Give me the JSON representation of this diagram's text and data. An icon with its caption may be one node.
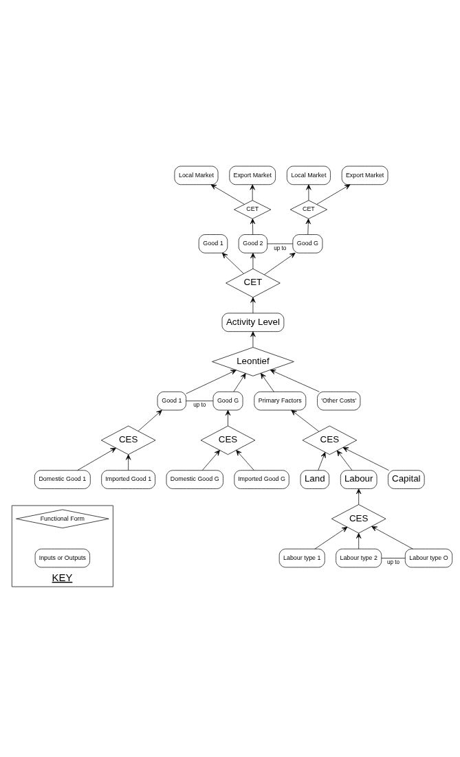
{
  "diagram": {
    "nodes": [
      {
        "text": [
          "Local Market"
        ]
      },
      {
        "text": [
          "Export Market"
        ]
      },
      {
        "text": [
          "CET"
        ]
      },
      {
        "text": [
          "Good 1"
        ]
      },
      {
        "text": [
          "Good 2"
        ]
      },
      {
        "text": [
          "Local Market"
        ]
      },
      {
        "text": [
          "Export Market"
        ]
      },
      {
        "text": [
          "CET"
        ]
      },
      {
        "text": [
          "Good G"
        ]
      },
      {
        "text": [
          "CET"
        ]
      },
      {
        "text": [
          "Activity Level"
        ]
      },
      {
        "text": [
          "Leontief"
        ]
      },
      {
        "text": [
          "Good 1"
        ]
      },
      {
        "text": [
          "Good G"
        ]
      },
      {
        "text": [
          "Primary Factors"
        ]
      },
      {
        "text": [
          "'Other Costs'"
        ]
      },
      {
        "text": [
          "CES"
        ]
      },
      {
        "text": [
          "CES"
        ]
      },
      {
        "text": [
          "CES"
        ]
      },
      {
        "text": [
          "Domestic Good 1"
        ]
      },
      {
        "text": [
          "Imported Good 1"
        ]
      },
      {
        "text": [
          "Domestic Good G"
        ]
      },
      {
        "text": [
          "Imported Good G"
        ]
      },
      {
        "text": [
          "Land"
        ]
      },
      {
        "text": [
          "Labour"
        ]
      },
      {
        "text": [
          "Capital"
        ]
      },
      {
        "text": [
          "CES"
        ]
      },
      {
        "text": [
          "Labour type 1"
        ]
      },
      {
        "text": [
          "Labour type 2"
        ]
      },
      {
        "text": [
          "Labour type O"
        ]
      },
      {
        "text": [
          "KEY"
        ]
      },
      {
        "text": [
          "Functional Form"
        ],
        "in": 30
      },
      {
        "text": [
          "Inputs or Outputs"
        ],
        "in": 30
      }
    ],
    "edges": [
      {
        "from": 2,
        "to": 0,
        "arrow": "to"
      },
      {
        "from": 2,
        "to": 1,
        "arrow": "to"
      },
      {
        "from": 4,
        "to": 2,
        "arrow": "to"
      },
      {
        "from": 7,
        "to": 5,
        "arrow": "to"
      },
      {
        "from": 7,
        "to": 6,
        "arrow": "to"
      },
      {
        "from": 8,
        "to": 7,
        "arrow": "to"
      },
      {
        "from": 4,
        "to": 8,
        "arrow": "none",
        "label": "up to"
      },
      {
        "from": 9,
        "to": 3,
        "arrow": "to"
      },
      {
        "from": 9,
        "to": 4,
        "arrow": "to"
      },
      {
        "from": 9,
        "to": 8,
        "arrow": "to"
      },
      {
        "from": 10,
        "to": 9,
        "arrow": "to"
      },
      {
        "from": 11,
        "to": 10,
        "arrow": "to"
      },
      {
        "from": 12,
        "to": 11,
        "arrow": "to"
      },
      {
        "from": 13,
        "to": 11,
        "arrow": "to"
      },
      {
        "from": 14,
        "to": 11,
        "arrow": "to"
      },
      {
        "from": 15,
        "to": 11,
        "arrow": "to"
      },
      {
        "from": 12,
        "to": 13,
        "arrow": "none",
        "label": "up to"
      },
      {
        "from": 16,
        "to": 12,
        "arrow": "to"
      },
      {
        "from": 17,
        "to": 13,
        "arrow": "to"
      },
      {
        "from": 18,
        "to": 14,
        "arrow": "to"
      },
      {
        "from": 19,
        "to": 16,
        "arrow": "to"
      },
      {
        "from": 20,
        "to": 16,
        "arrow": "to"
      },
      {
        "from": 21,
        "to": 17,
        "arrow": "to"
      },
      {
        "from": 22,
        "to": 17,
        "arrow": "to"
      },
      {
        "from": 23,
        "to": 18,
        "arrow": "to"
      },
      {
        "from": 24,
        "to": 18,
        "arrow": "to"
      },
      {
        "from": 25,
        "to": 18,
        "arrow": "to"
      },
      {
        "from": 26,
        "to": 24,
        "arrow": "to"
      },
      {
        "from": 27,
        "to": 26,
        "arrow": "to"
      },
      {
        "from": 28,
        "to": 26,
        "arrow": "to"
      },
      {
        "from": 29,
        "to": 26,
        "arrow": "to"
      },
      {
        "from": 28,
        "to": 29,
        "arrow": "none",
        "label": "up to"
      }
    ]
  }
}
